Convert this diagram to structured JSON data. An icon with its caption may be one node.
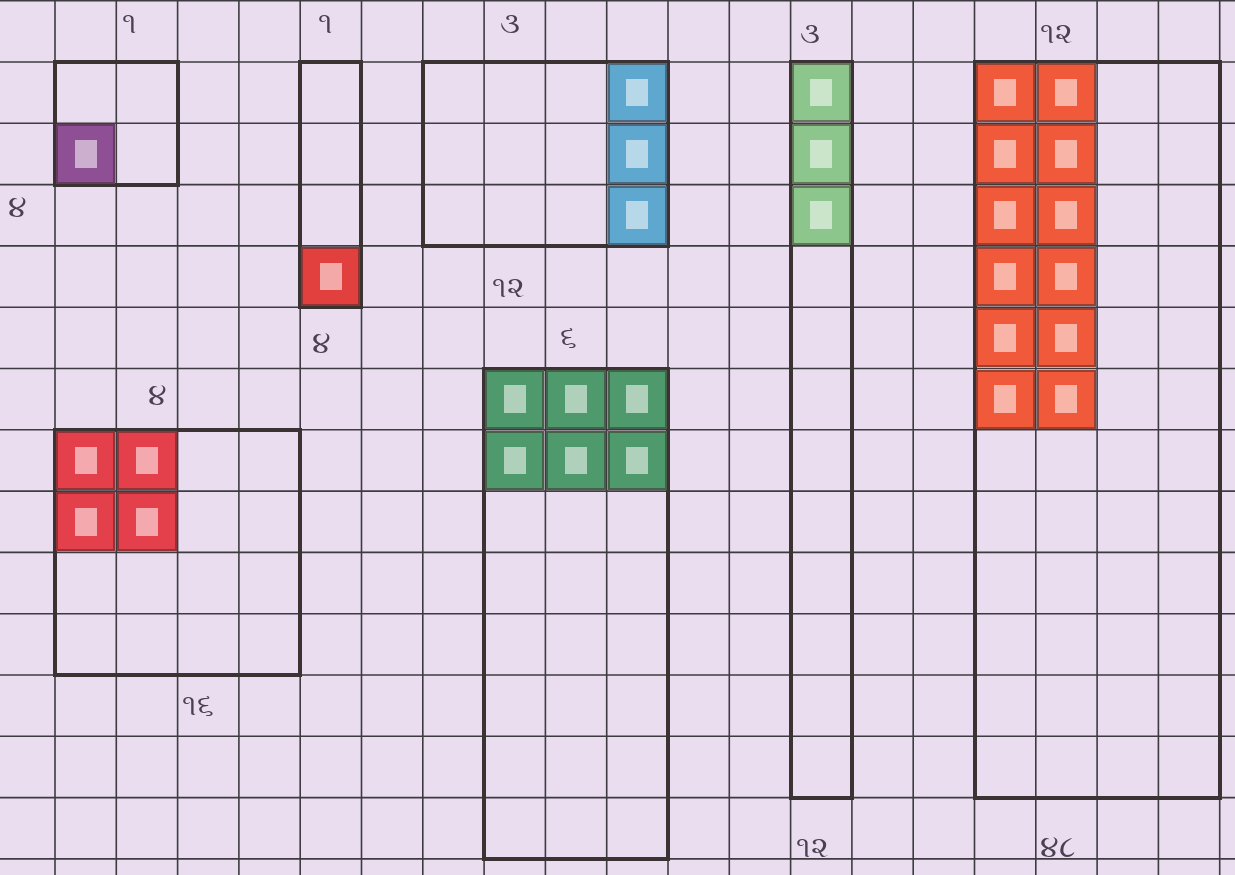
{
  "diagram": {
    "nodes": [
      {
        "text": [
          "૧",
          "૪"
        ]
      },
      {
        "text": [
          "૧",
          "૪"
        ]
      },
      {
        "text": [
          "૩",
          "૧૨"
        ]
      },
      {
        "text": [
          "૪",
          "૧૬"
        ]
      },
      {
        "text": [
          "૬"
        ]
      },
      {
        "text": [
          "૩",
          "૧૨"
        ]
      },
      {
        "text": [
          "૧૨",
          "૪૮"
        ]
      }
    ]
  }
}
